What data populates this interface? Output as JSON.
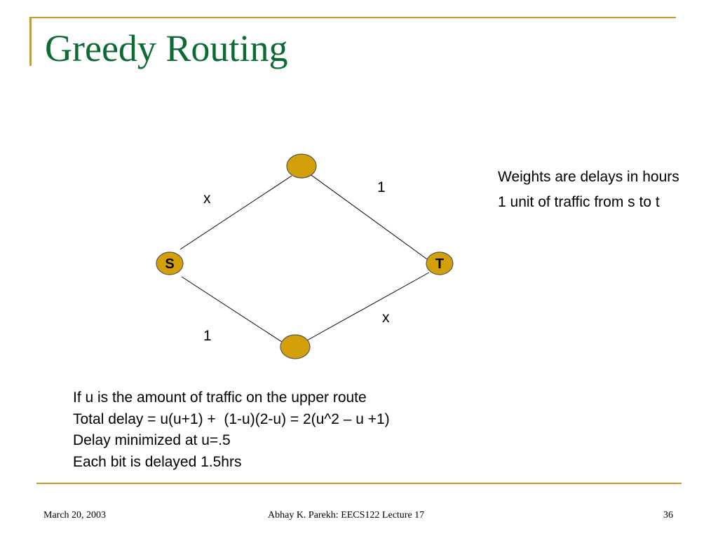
{
  "slide": {
    "title": "Greedy Routing",
    "accent_color": "#c89b2a",
    "title_color": "#0b6b33"
  },
  "diagram": {
    "node_color": "#d4a00a",
    "nodes": {
      "s": "S",
      "t": "T",
      "top": "",
      "bottom": ""
    },
    "edges": {
      "s_top": "x",
      "top_t": "1",
      "s_bottom": "1",
      "bottom_t": "x"
    }
  },
  "bullets": [
    "Weights are delays in hours",
    "1 unit of traffic from s to t"
  ],
  "text_lines": [
    "If u is the amount of traffic on the upper route",
    "Total delay = u(u+1) +  (1-u)(2-u) = 2(u^2 – u +1)",
    "Delay minimized at u=.5",
    "Each bit is delayed 1.5hrs"
  ],
  "footer": {
    "date": "March 20, 2003",
    "center": "Abhay K. Parekh: EECS122 Lecture 17",
    "page": "36"
  }
}
